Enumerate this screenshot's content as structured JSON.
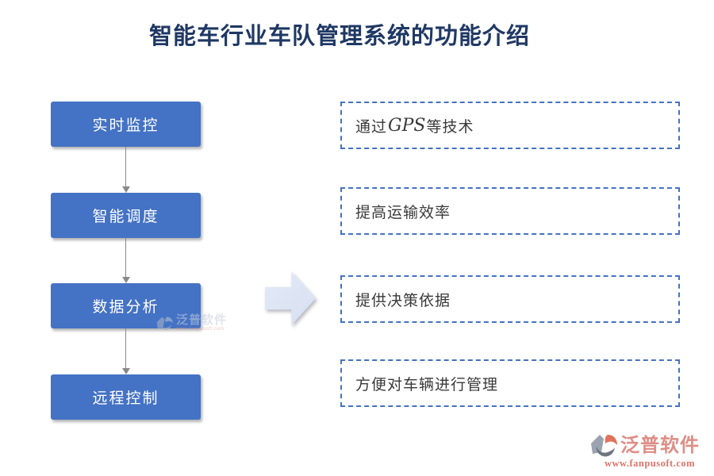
{
  "title": "智能车行业车队管理系统的功能介绍",
  "flow_steps": [
    {
      "label": "实时监控"
    },
    {
      "label": "智能调度"
    },
    {
      "label": "数据分析"
    },
    {
      "label": "远程控制"
    }
  ],
  "feature_boxes": [
    {
      "prefix": "通过",
      "highlight": "GPS",
      "suffix": "等技术"
    },
    {
      "text": "提高运输效率"
    },
    {
      "text": "提供决策依据"
    },
    {
      "text": "方便对车辆进行管理"
    }
  ],
  "watermark": {
    "name": "泛普软件",
    "url": "www.fanpusoft.com"
  },
  "footer_logo": {
    "name": "泛普软件",
    "url": "www.fanpusoft.com"
  },
  "colors": {
    "step_blue": "#4472C4",
    "dashed_border": "#4472C4",
    "title_navy": "#1F3864",
    "arrow_fill": "#DBE4F4",
    "connector_gray": "#898989",
    "logo_salmon": "#DE8E86",
    "logo_url_red": "#E0746B",
    "box_text": "#3A3A3A"
  }
}
